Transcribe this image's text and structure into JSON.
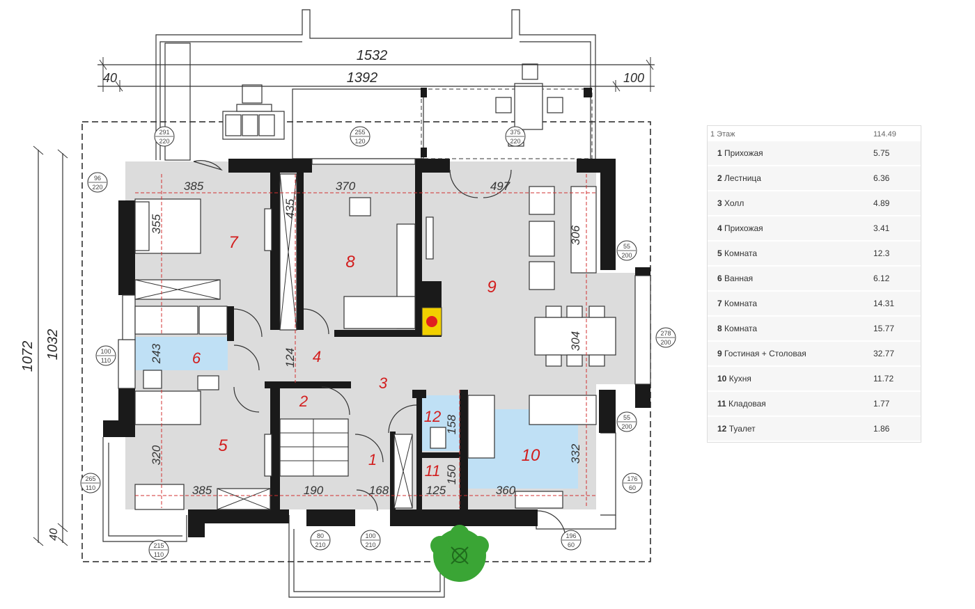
{
  "dimensions": {
    "overall_width": "1532",
    "inner_width": "1392",
    "left_offset": "40",
    "right_offset": "100",
    "overall_height": "1072",
    "inner_height": "1032",
    "bottom_offset": "40"
  },
  "room_dimensions": [
    "385",
    "370",
    "497",
    "355",
    "435",
    "306",
    "243",
    "124",
    "304",
    "158",
    "320",
    "150",
    "332",
    "385",
    "190",
    "168",
    "125",
    "360"
  ],
  "opening_tags": [
    {
      "top": "291",
      "bottom": "220"
    },
    {
      "top": "255",
      "bottom": "120"
    },
    {
      "top": "375",
      "bottom": "220"
    },
    {
      "top": "96",
      "bottom": "220"
    },
    {
      "top": "55",
      "bottom": "200"
    },
    {
      "top": "278",
      "bottom": "200"
    },
    {
      "top": "100",
      "bottom": "110"
    },
    {
      "top": "55",
      "bottom": "200"
    },
    {
      "top": "265",
      "bottom": "110"
    },
    {
      "top": "176",
      "bottom": "60"
    },
    {
      "top": "215",
      "bottom": "110"
    },
    {
      "top": "80",
      "bottom": "210"
    },
    {
      "top": "100",
      "bottom": "210"
    },
    {
      "top": "196",
      "bottom": "60"
    }
  ],
  "room_numbers": [
    "1",
    "2",
    "3",
    "4",
    "5",
    "6",
    "7",
    "8",
    "9",
    "10",
    "11",
    "12"
  ],
  "area_table": {
    "floor_label": "1 Этаж",
    "floor_total": "114.49",
    "rooms": [
      {
        "num": "1",
        "name": "Прихожая",
        "area": "5.75"
      },
      {
        "num": "2",
        "name": "Лестница",
        "area": "6.36"
      },
      {
        "num": "3",
        "name": "Холл",
        "area": "4.89"
      },
      {
        "num": "4",
        "name": "Прихожая",
        "area": "3.41"
      },
      {
        "num": "5",
        "name": "Комната",
        "area": "12.3"
      },
      {
        "num": "6",
        "name": "Ванная",
        "area": "6.12"
      },
      {
        "num": "7",
        "name": "Комната",
        "area": "14.31"
      },
      {
        "num": "8",
        "name": "Комната",
        "area": "15.77"
      },
      {
        "num": "9",
        "name": "Гостиная + Столовая",
        "area": "32.77"
      },
      {
        "num": "10",
        "name": "Кухня",
        "area": "11.72"
      },
      {
        "num": "11",
        "name": "Кладовая",
        "area": "1.77"
      },
      {
        "num": "12",
        "name": "Туалет",
        "area": "1.86"
      }
    ]
  },
  "colors": {
    "wall": "#1a1a1a",
    "floor": "#dcdcdc",
    "wet_zone": "#bfe0f5",
    "room_number": "#d21d1d",
    "tree": "#3aa535"
  }
}
